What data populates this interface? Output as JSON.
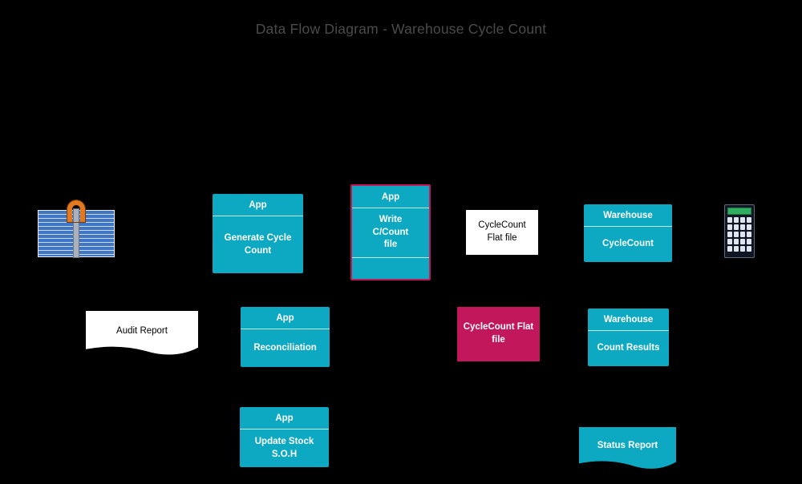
{
  "title": "Data Flow Diagram - Warehouse Cycle Count",
  "colors": {
    "background": "#000000",
    "teal": "#0da9c2",
    "crimson": "#c2185b",
    "white": "#ffffff",
    "title_text": "#4b4b4b",
    "card_blue": "#3e76c5",
    "clamp_orange": "#e0791f",
    "calc_display_green": "#2fae62"
  },
  "icons": {
    "card_file": "card-file-icon",
    "calculator": "calculator-icon"
  },
  "nodes": {
    "generate_cycle_count": {
      "header": "App",
      "body": "Generate Cycle\nCount"
    },
    "write_ccount_file": {
      "header": "App",
      "body": "Write\nC/Count\nfile"
    },
    "cyclecount_flat_file_store": {
      "body": "CycleCount\nFlat file"
    },
    "warehouse_cyclecount": {
      "header": "Warehouse",
      "body": "CycleCount"
    },
    "audit_report": {
      "body": "Audit Report"
    },
    "reconciliation": {
      "header": "App",
      "body": "Reconciliation"
    },
    "cyclecount_flat_file_process": {
      "body": "CycleCount Flat\nfile"
    },
    "warehouse_count_results": {
      "header": "Warehouse",
      "body": "Count Results"
    },
    "update_stock_soh": {
      "header": "App",
      "body": "Update Stock\nS.O.H"
    },
    "status_report": {
      "body": "Status Report"
    }
  }
}
